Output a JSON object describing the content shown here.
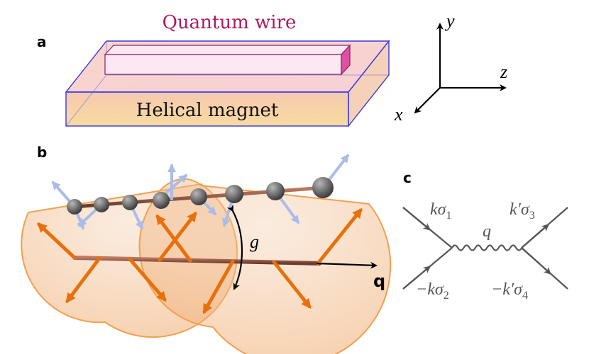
{
  "panels": {
    "a": {
      "label": "a",
      "wire_title": "Quantum wire",
      "magnet_label": "Helical magnet",
      "axes": {
        "y": "y",
        "z": "z",
        "x": "x"
      }
    },
    "b": {
      "label": "b",
      "coupling_label": "g",
      "wavevector_label": "q"
    },
    "c": {
      "label": "c",
      "in_top": "kσ",
      "in_top_sub": "1",
      "in_bottom": "−kσ",
      "in_bottom_sub": "2",
      "out_top": "k′σ",
      "out_top_sub": "3",
      "out_bottom": "−k′σ",
      "out_bottom_sub": "4",
      "boson": "q"
    }
  },
  "colors": {
    "wire_title": "#b0195e",
    "box_edge": "#3a3ae0",
    "magnet_fill": "#f7d9a0",
    "wire_fill": "#fbe6f0",
    "spin_arrow": "#f07d0f",
    "electron_spin": "#b8c8f0",
    "atom": "#555555",
    "disc": "#f5c99a",
    "diagram_line": "#555555"
  }
}
